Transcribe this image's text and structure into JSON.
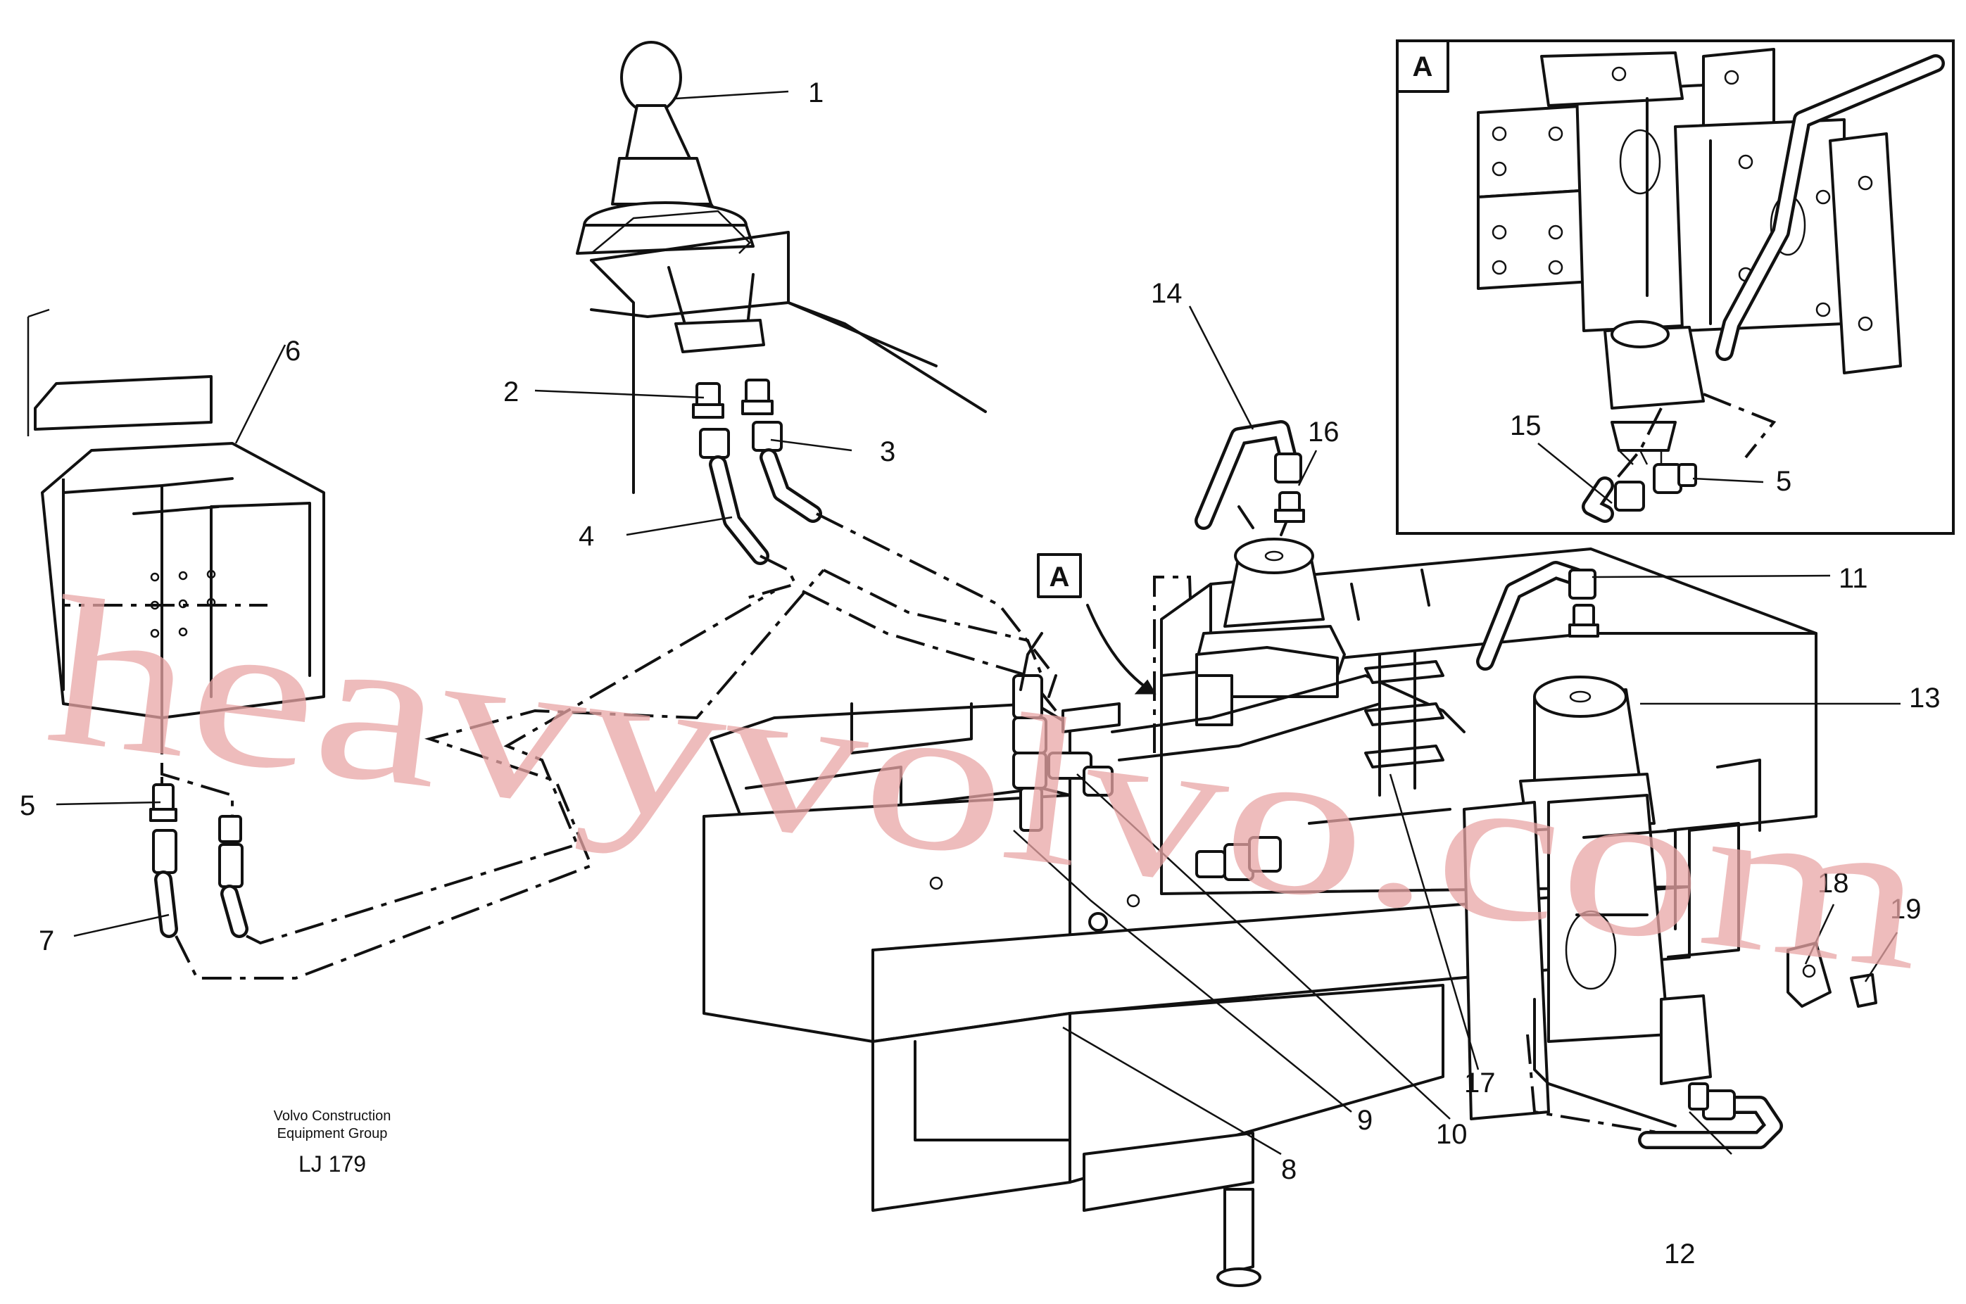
{
  "watermark": "heavyvolvo.com",
  "detail_label": "A",
  "view_label": "A",
  "credit": {
    "line1": "Volvo Construction",
    "line2": "Equipment Group",
    "code": "LJ 179"
  },
  "callouts": [
    {
      "id": "c1",
      "text": "1"
    },
    {
      "id": "c2",
      "text": "2"
    },
    {
      "id": "c3",
      "text": "3"
    },
    {
      "id": "c4",
      "text": "4"
    },
    {
      "id": "c5",
      "text": "5"
    },
    {
      "id": "c6",
      "text": "6"
    },
    {
      "id": "c7",
      "text": "7"
    },
    {
      "id": "c8",
      "text": "8"
    },
    {
      "id": "c9",
      "text": "9"
    },
    {
      "id": "c10",
      "text": "10"
    },
    {
      "id": "c11",
      "text": "11"
    },
    {
      "id": "c12",
      "text": "12"
    },
    {
      "id": "c13",
      "text": "13"
    },
    {
      "id": "c14",
      "text": "14"
    },
    {
      "id": "c15",
      "text": "15"
    },
    {
      "id": "c16",
      "text": "16"
    },
    {
      "id": "c17",
      "text": "17"
    },
    {
      "id": "c18",
      "text": "18"
    },
    {
      "id": "c19",
      "text": "19"
    },
    {
      "id": "c5b",
      "text": "5"
    }
  ]
}
